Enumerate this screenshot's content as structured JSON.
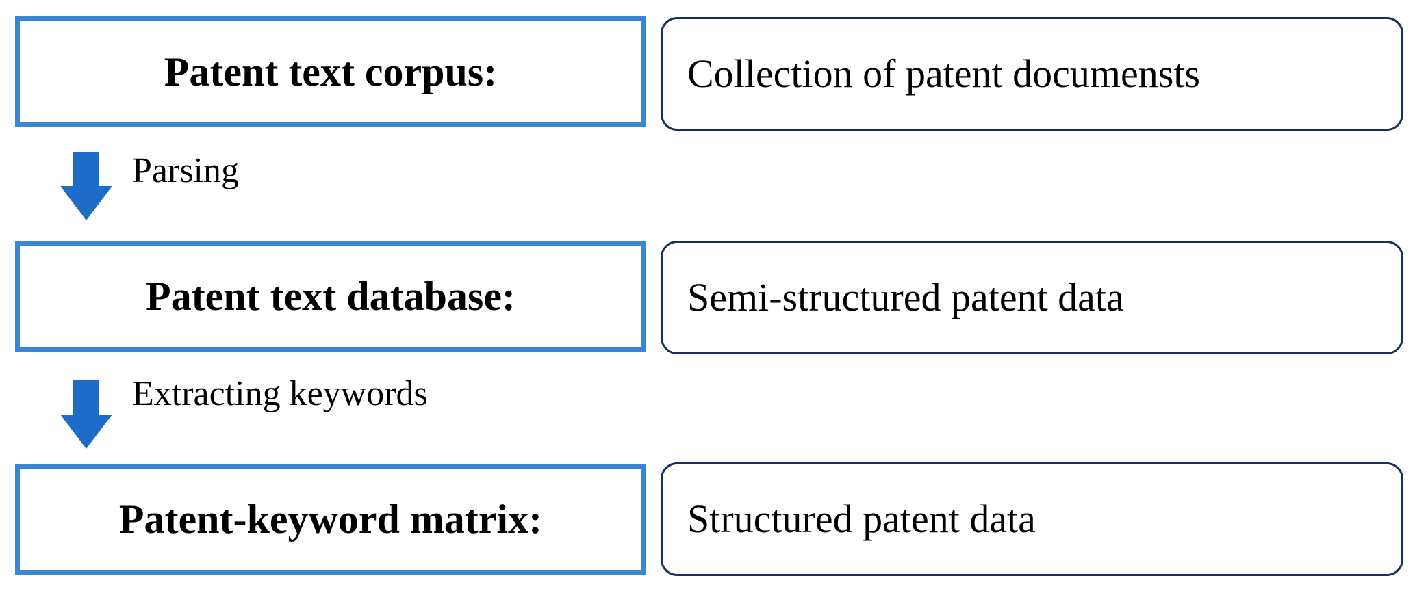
{
  "colors": {
    "stage_border": "#3a86d4",
    "description_border": "#17305f",
    "arrow_fill": "#1d6cc8",
    "text": "#000000",
    "background": "#ffffff"
  },
  "rows": [
    {
      "stage": "Patent text corpus:",
      "description": "Collection of patent documensts"
    },
    {
      "stage": "Patent text database:",
      "description": "Semi-structured patent data"
    },
    {
      "stage": "Patent-keyword matrix:",
      "description": "Structured patent data"
    }
  ],
  "steps": [
    {
      "label": "Parsing",
      "icon": "arrow-down-icon"
    },
    {
      "label": "Extracting keywords",
      "icon": "arrow-down-icon"
    }
  ]
}
